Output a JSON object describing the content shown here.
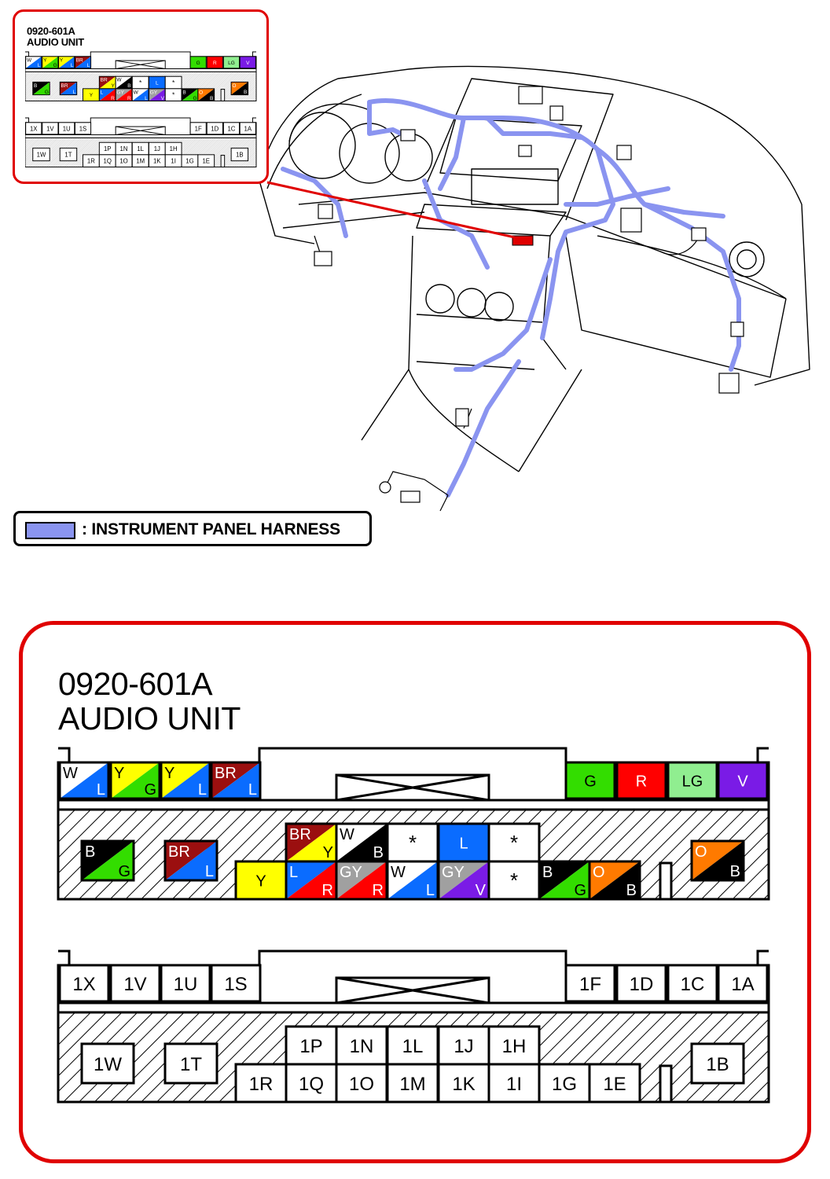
{
  "connector": {
    "code": "0920-601A",
    "name": "AUDIO UNIT"
  },
  "legend": {
    "label": ": INSTRUMENT PANEL HARNESS",
    "color": "#8a94f0"
  },
  "colors": {
    "W": "#ffffff",
    "L": "#0a6cff",
    "Y": "#ffff00",
    "G": "#33dd00",
    "BR": "#9b0f0f",
    "R": "#ff0000",
    "LG": "#90ee90",
    "V": "#7a1be6",
    "B": "#000000",
    "GY": "#a0a0a0",
    "O": "#ff7a00",
    "harness": "#8a94f0",
    "frame": "#e00000"
  },
  "wires": {
    "top_left": [
      [
        "W",
        "L"
      ],
      [
        "Y",
        "G"
      ],
      [
        "Y",
        "L"
      ],
      [
        "BR",
        "L"
      ]
    ],
    "top_right": [
      [
        "G"
      ],
      [
        "R"
      ],
      [
        "LG"
      ],
      [
        "V"
      ]
    ],
    "mid_left_1": [
      "B",
      "G"
    ],
    "mid_left_2": [
      "BR",
      "L"
    ],
    "center_top": [
      [
        "BR",
        "Y"
      ],
      [
        "W",
        "B"
      ],
      [
        "*"
      ],
      [
        "L"
      ],
      [
        "*"
      ]
    ],
    "center_bottom": [
      [
        "Y"
      ],
      [
        "L",
        "R"
      ],
      [
        "GY",
        "R"
      ],
      [
        "W",
        "L"
      ],
      [
        "GY",
        "V"
      ],
      [
        "*"
      ],
      [
        "B",
        "G"
      ],
      [
        "O",
        "B"
      ]
    ],
    "right": [
      "O",
      "B"
    ]
  },
  "pins": {
    "top_left": [
      "1X",
      "1V",
      "1U",
      "1S"
    ],
    "top_right": [
      "1F",
      "1D",
      "1C",
      "1A"
    ],
    "mid_left_1": "1W",
    "mid_left_2": "1T",
    "center_top": [
      "1P",
      "1N",
      "1L",
      "1J",
      "1H"
    ],
    "center_bottom": [
      "1R",
      "1Q",
      "1O",
      "1M",
      "1K",
      "1I",
      "1G",
      "1E"
    ],
    "right": "1B"
  }
}
